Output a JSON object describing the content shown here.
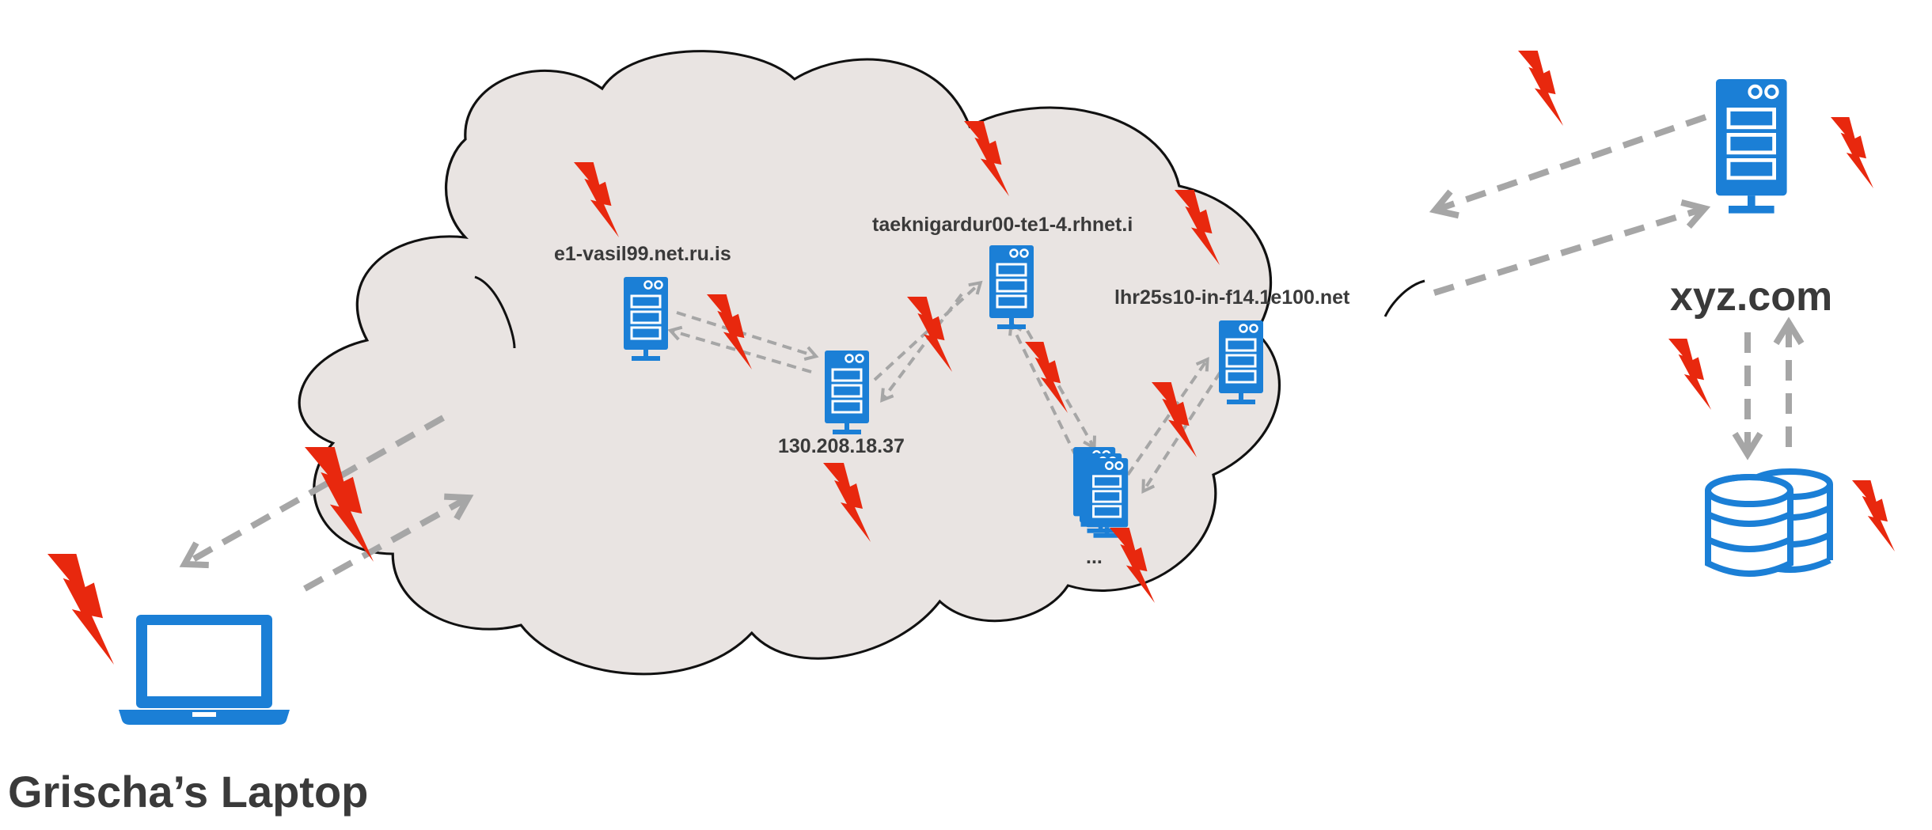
{
  "colors": {
    "cloud_fill": "#e9e4e2",
    "cloud_stroke": "#111111",
    "icon_blue": "#1b7fd6",
    "arrow_gray": "#a6a6a6",
    "bolt_red": "#e8280e",
    "label_text": "#3a3a3a"
  },
  "client": {
    "label": "Grischa’s Laptop",
    "icon": "laptop-icon"
  },
  "server": {
    "label": "xyz.com",
    "icon": "server-icon"
  },
  "database": {
    "icon": "database-icon"
  },
  "network": {
    "routers": [
      {
        "label": "e1-vasil99.net.ru.is",
        "icon": "server-icon"
      },
      {
        "label": "130.208.18.37",
        "icon": "server-icon"
      },
      {
        "label": "taeknigardur00-te1-4.rhnet.i",
        "icon": "server-icon"
      },
      {
        "label": "lhr25s10-in-f14.1e100.net",
        "icon": "server-icon"
      },
      {
        "label": "...",
        "icon": "server-stack-icon"
      }
    ]
  },
  "threat_icon": "lightning-bolt-icon"
}
